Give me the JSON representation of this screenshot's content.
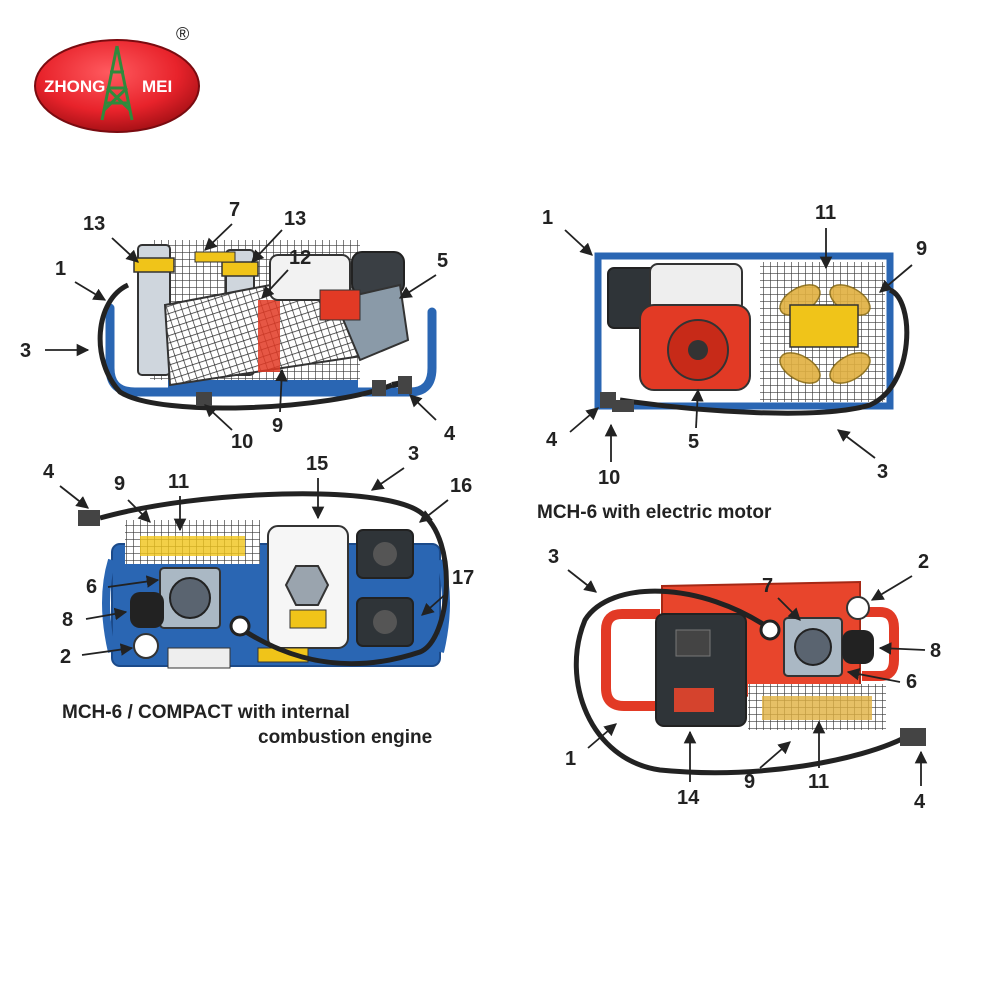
{
  "logo": {
    "text_left": "ZHONG",
    "text_right": "MEI",
    "registered_mark": "®",
    "colors": {
      "ellipse": "#e8232b",
      "text": "#ffffff",
      "tower": "#2f8a3c"
    }
  },
  "captions": {
    "electric": "MCH-6 with electric motor",
    "compact_line1": "MCH-6 / COMPACT with internal",
    "compact_line2": "combustion engine"
  },
  "diagrams": {
    "top_left": {
      "labels": [
        "13",
        "7",
        "13",
        "1",
        "12",
        "5",
        "3",
        "10",
        "9",
        "4"
      ]
    },
    "top_right": {
      "labels": [
        "1",
        "11",
        "9",
        "4",
        "5",
        "10",
        "3"
      ]
    },
    "bottom_left": {
      "labels": [
        "4",
        "9",
        "11",
        "15",
        "3",
        "16",
        "6",
        "17",
        "8",
        "2"
      ]
    },
    "bottom_right": {
      "labels": [
        "3",
        "7",
        "2",
        "8",
        "6",
        "1",
        "14",
        "9",
        "11",
        "4"
      ]
    }
  },
  "colors": {
    "frame_blue": "#2a66b3",
    "frame_red": "#e23a25",
    "hose": "#222222",
    "yellow": "#f0c419"
  }
}
